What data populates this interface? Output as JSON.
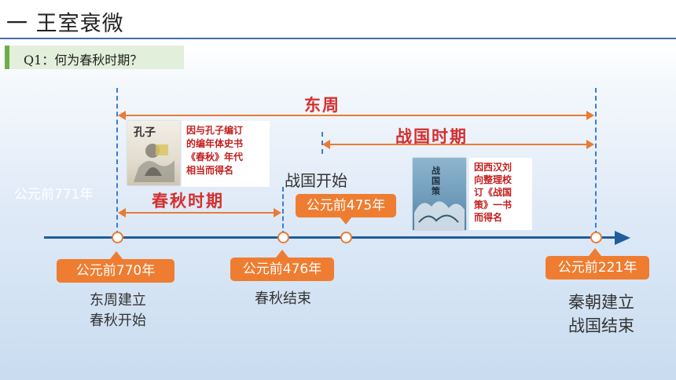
{
  "header": {
    "title": "一 王室衰微"
  },
  "question": {
    "text": "Q1：何为春秋时期？"
  },
  "periods": {
    "east_zhou": "东周",
    "warring_states": "战国时期",
    "spring_autumn": "春秋时期",
    "warring_start": "战国开始"
  },
  "tags": {
    "bc771": "公元前771年",
    "bc770": "公元前770年",
    "bc476": "公元前476年",
    "bc475": "公元前475年",
    "bc221": "公元前221年"
  },
  "events": {
    "bc770_line1": "东周建立",
    "bc770_line2": "春秋开始",
    "bc476_line1": "春秋结束",
    "bc221_line1": "秦朝建立",
    "bc221_line2": "战国结束"
  },
  "notes": {
    "chunqiu": [
      "因与孔子编订",
      "的编年体史书",
      "《春秋》年代",
      "相当而得名"
    ],
    "zhanguo": [
      "因西汉刘",
      "向整理校",
      "订《战国",
      "策》一书",
      "而得名"
    ]
  },
  "books": {
    "chunqiu_cover_title": "孔子",
    "zhanguo_cover_title": "战国策"
  },
  "colors": {
    "accent": "#ee7d31",
    "axis": "#1f5d9c",
    "label_red": "#d42f2f",
    "dash_blue": "#3d7bd0",
    "header_rule": "#3f6fa8",
    "question_bar": "#70ad47"
  }
}
